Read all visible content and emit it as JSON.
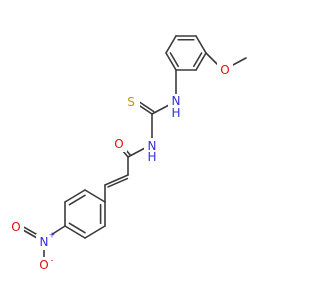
{
  "molecule": {
    "atoms": {
      "s": "S",
      "o_carbonyl": "O",
      "nh_thio": "N",
      "nh_thio_h": "H",
      "nh_amide": "N",
      "nh_amide_h": "H",
      "o_methoxy": "O",
      "n_nitro": "N",
      "n_nitro_charge": "+",
      "o_nitro_top": "O",
      "o_nitro_bottom": "O",
      "o_nitro_bottom_charge": "-"
    },
    "colors": {
      "bond": "#3a3a3a",
      "carbon_label": "#3a3a3a",
      "nitrogen": "#3030e0",
      "oxygen": "#e01010",
      "sulfur": "#b8a000"
    }
  }
}
